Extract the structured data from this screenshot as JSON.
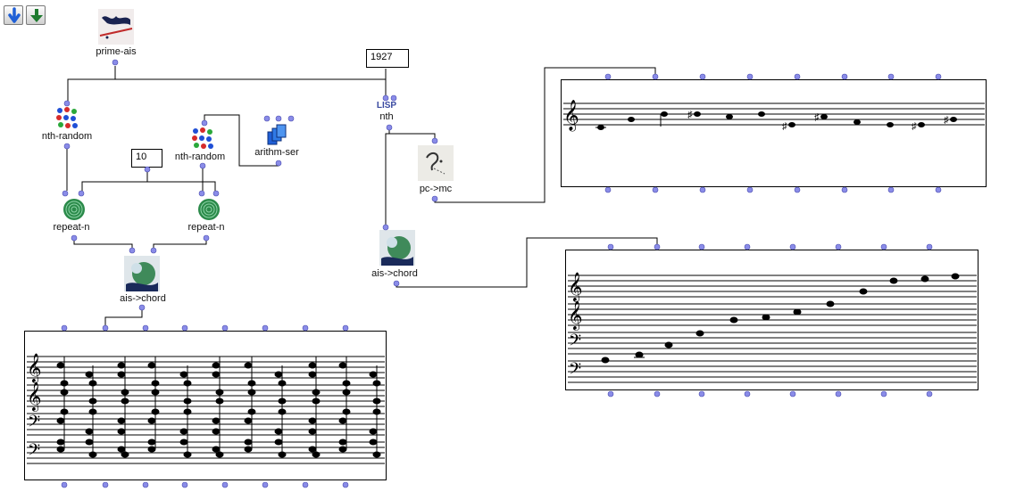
{
  "toolbar": {
    "down_blue_icon": "arrow-down-blue",
    "down_green_icon": "arrow-down-green"
  },
  "boxes": {
    "prime_ais": "prime-ais",
    "nth_random_1": "nth-random",
    "nth_random_2": "nth-random",
    "arithm_ser": "arithm-ser",
    "nth": "nth",
    "lisp_badge": "LISP",
    "pc_mc": "pc->mc",
    "repeat_n_1": "repeat-n",
    "repeat_n_2": "repeat-n",
    "ais_chord_1": "ais->chord",
    "ais_chord_2": "ais->chord"
  },
  "inputs": {
    "year_value": "1927",
    "count_value": "10"
  },
  "colors": {
    "inlet": "#8a8ce8",
    "accent_blue": "#1f5fd6",
    "accent_green": "#2a8a3a"
  }
}
